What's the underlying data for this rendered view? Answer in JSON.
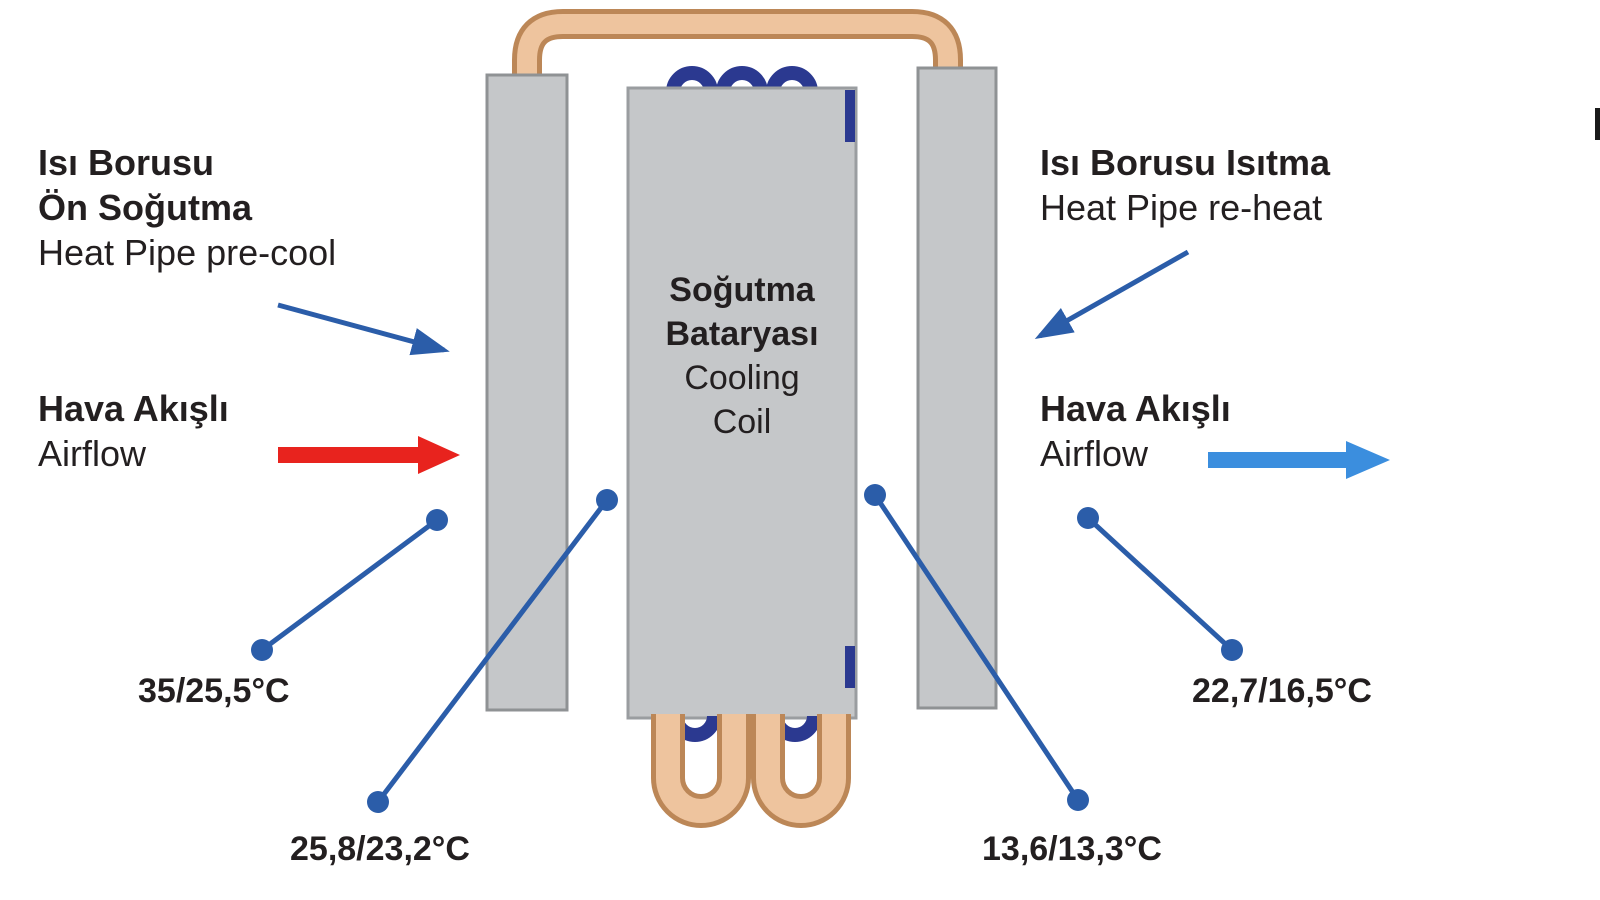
{
  "diagram": {
    "title_hint": "Heat pipe pre-cool / re-heat around cooling coil",
    "precool": {
      "l1": "Isı Borusu",
      "l2": "Ön Soğutma",
      "l3": "Heat Pipe pre-cool"
    },
    "reheat": {
      "l1": "Isı Borusu Isıtma",
      "l2": "Heat Pipe re-heat"
    },
    "airflow_in": {
      "l1": "Hava Akışlı",
      "l2": "Airflow"
    },
    "airflow_out": {
      "l1": "Hava Akışlı",
      "l2": "Airflow"
    },
    "coil": {
      "l1": "Soğutma",
      "l2": "Bataryası",
      "l3": "Cooling",
      "l4": "Coil"
    },
    "temps": {
      "t1": "35/25,5°C",
      "t2": "25,8/23,2°C",
      "t3": "13,6/13,3°C",
      "t4": "22,7/16,5°C"
    },
    "colors": {
      "panel_gray": "#c5c7c9",
      "panel_border": "#8f9294",
      "copper": "#eec49e",
      "copper_outline": "#bc8757",
      "callout_blue": "#2b5da9",
      "coil_loop_blue": "#2b3990",
      "airflow_red": "#e8231e",
      "airflow_blue": "#3b8ede",
      "text_dark": "#231f20"
    }
  }
}
